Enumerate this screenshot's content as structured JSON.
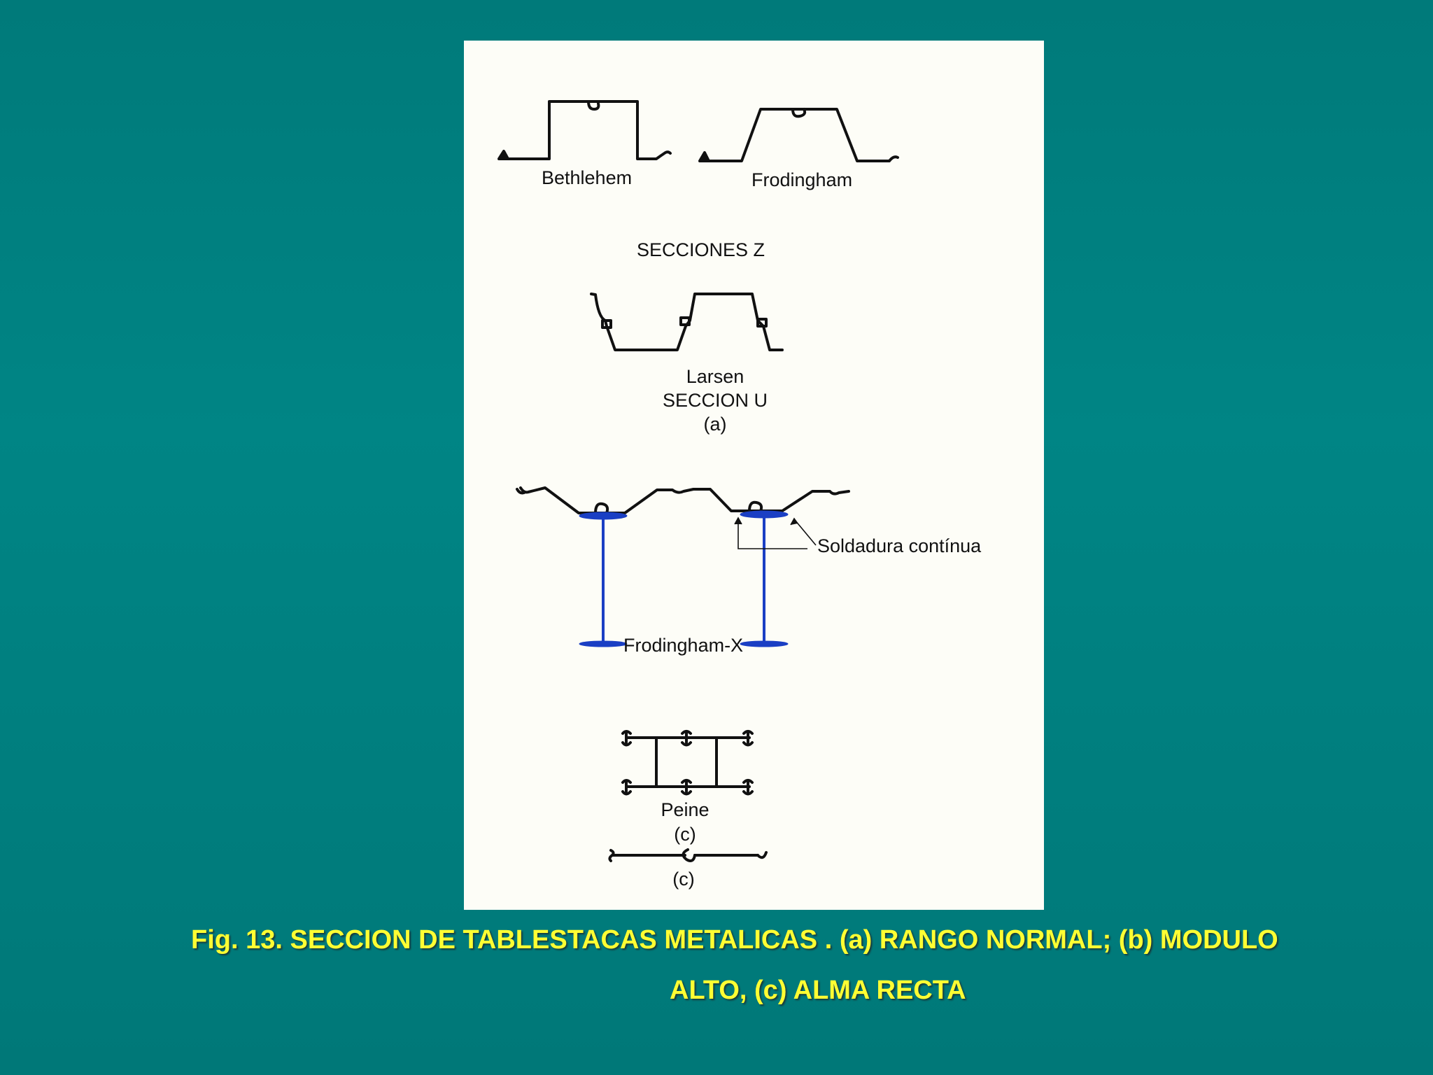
{
  "colors": {
    "background": "#008080",
    "panel": "#fdfdf7",
    "caption": "#ffff33",
    "weld_blue": "#1a3fc4",
    "ink": "#111111"
  },
  "labels": {
    "bethlehem": "Bethlehem",
    "frodingham": "Frodingham",
    "secciones_z": "SECCIONES Z",
    "larsen": "Larsen",
    "seccion_u": "SECCION U",
    "a": "(a)",
    "soldadura": "Soldadura contínua",
    "frodingham_x": "Frodingham-X",
    "peine": "Peine",
    "c1": "(c)",
    "c2": "(c)"
  },
  "caption": {
    "line1": "Fig. 13.  SECCION DE TABLESTACAS METALICAS . (a) RANGO NORMAL; (b)  MODULO",
    "line2": "ALTO, (c) ALMA RECTA"
  }
}
